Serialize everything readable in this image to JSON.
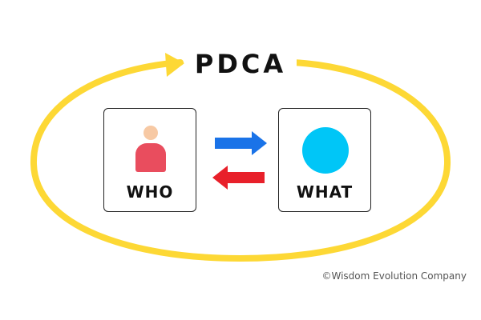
{
  "cycle": {
    "title": "PDCA",
    "color": "#fdd835"
  },
  "cards": {
    "who": {
      "label": "WHO",
      "icon": "person-icon",
      "head_color": "#f7c9a4",
      "body_color": "#e94d5e"
    },
    "what": {
      "label": "WHAT",
      "icon": "circle-icon",
      "color": "#00c6f7"
    }
  },
  "arrows": {
    "forward": {
      "direction": "right",
      "color": "#1a73e8"
    },
    "backward": {
      "direction": "left",
      "color": "#e8202a"
    }
  },
  "copyright": "©Wisdom Evolution Company"
}
